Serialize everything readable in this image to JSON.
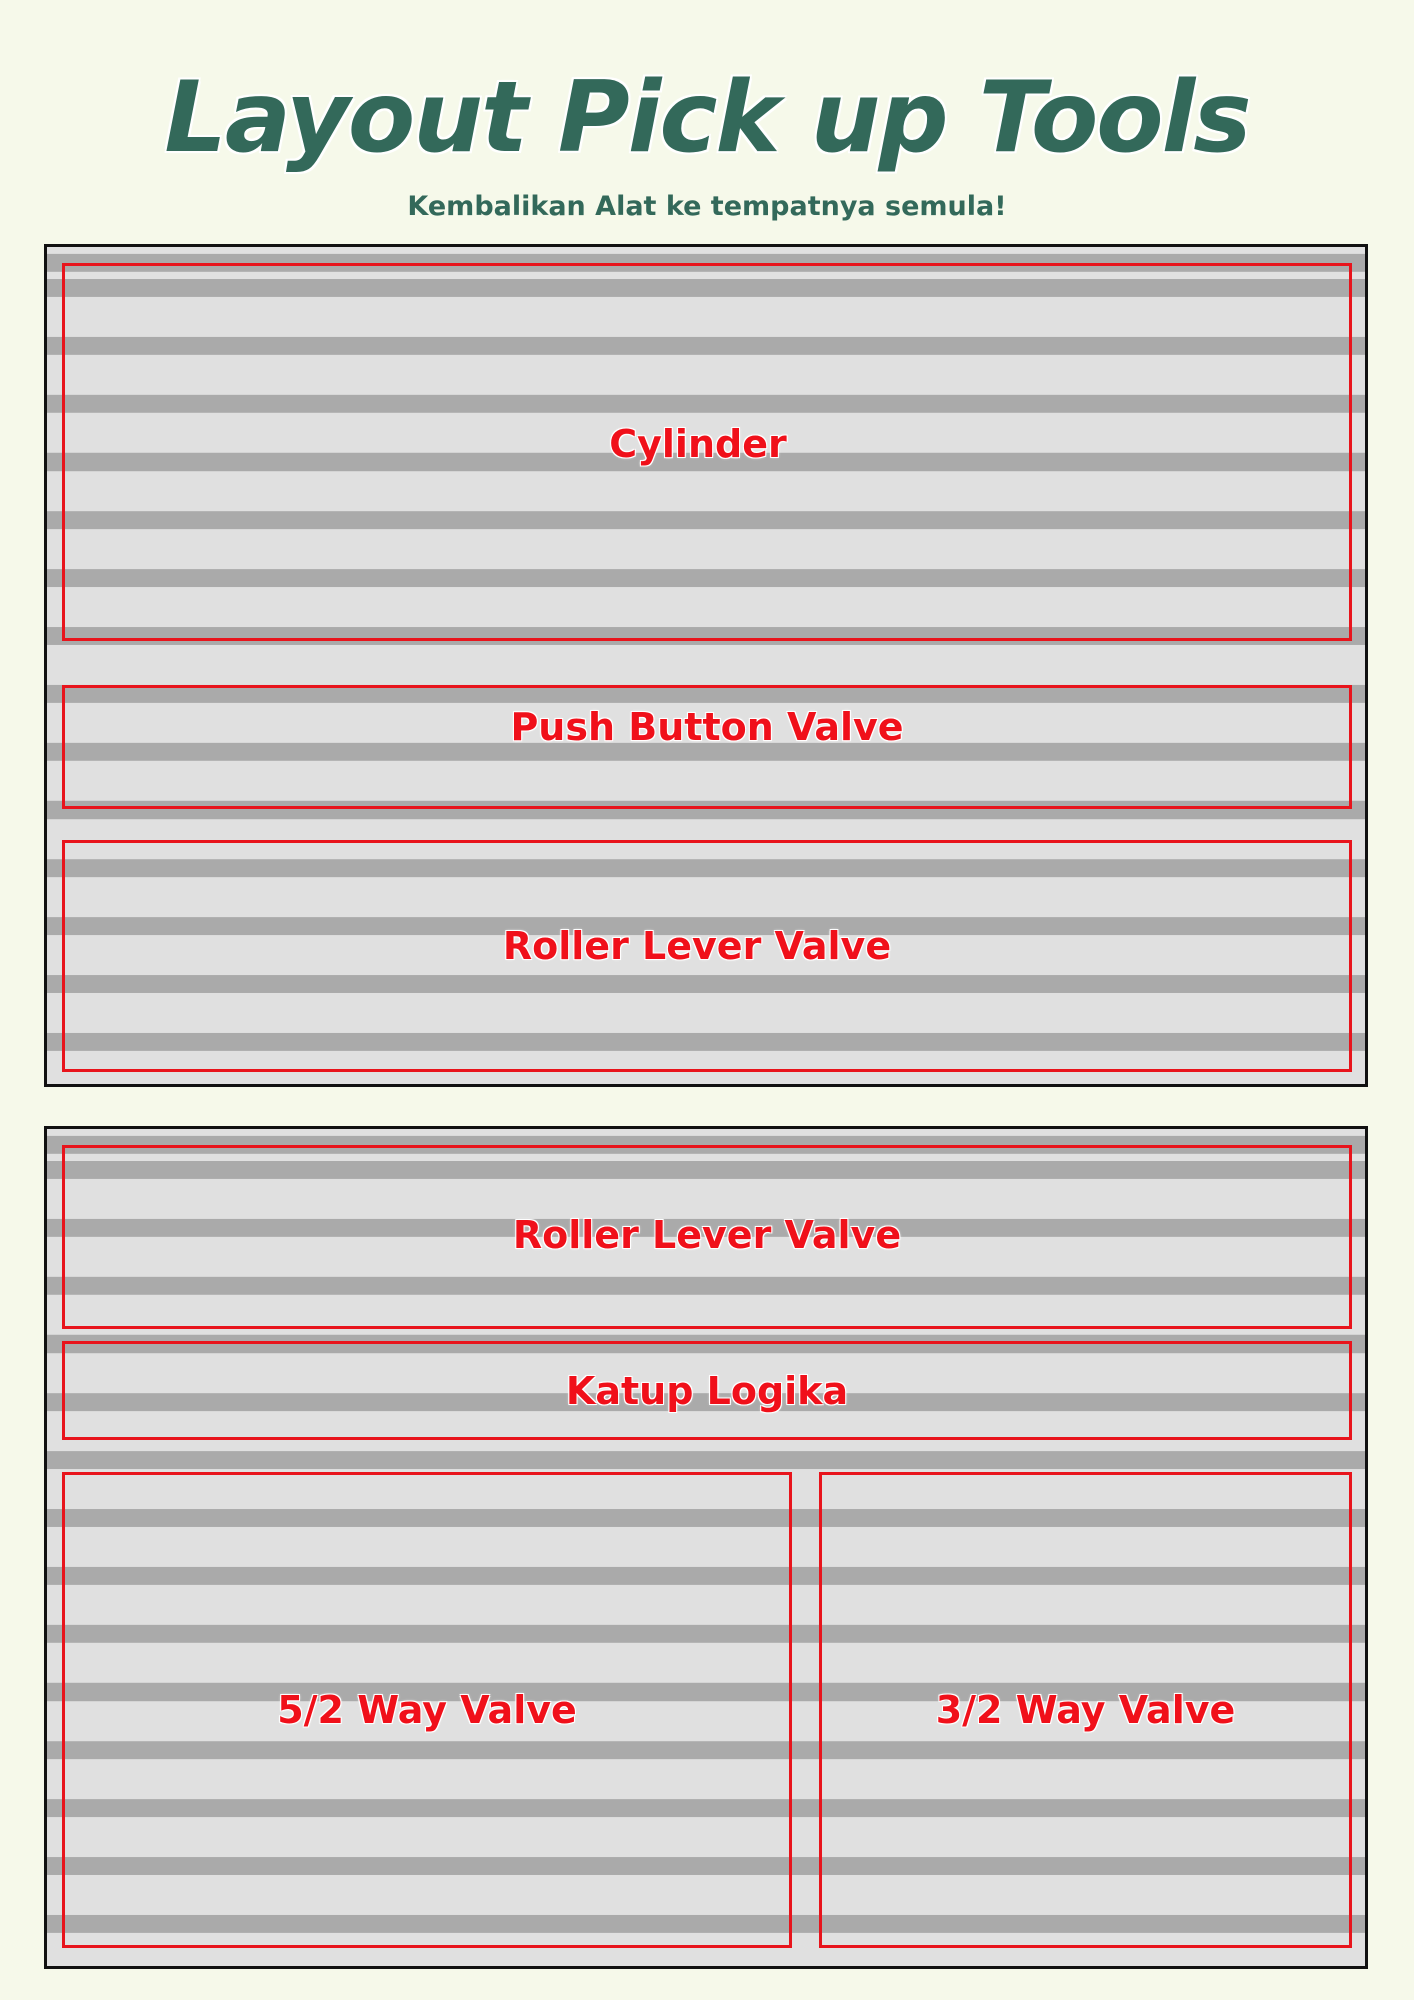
{
  "header": {
    "title": "Layout Pick up Tools",
    "subtitle": "Kembalikan Alat ke tempatnya semula!"
  },
  "colors": {
    "title": "#33695a",
    "zone_border": "#e8141c",
    "zone_label": "#f0101a",
    "board_stripe": "#aaaaaa",
    "board_fill": "#e0e0e0",
    "background": "#f6f9ea"
  },
  "board_top": {
    "zones": [
      {
        "label": "Cylinder"
      },
      {
        "label": "Push Button Valve"
      },
      {
        "label": "Roller Lever Valve"
      }
    ]
  },
  "board_bottom": {
    "zones": [
      {
        "label": "Roller Lever Valve"
      },
      {
        "label": "Katup Logika"
      },
      {
        "label": "5/2 Way Valve"
      },
      {
        "label": "3/2 Way Valve"
      }
    ]
  }
}
